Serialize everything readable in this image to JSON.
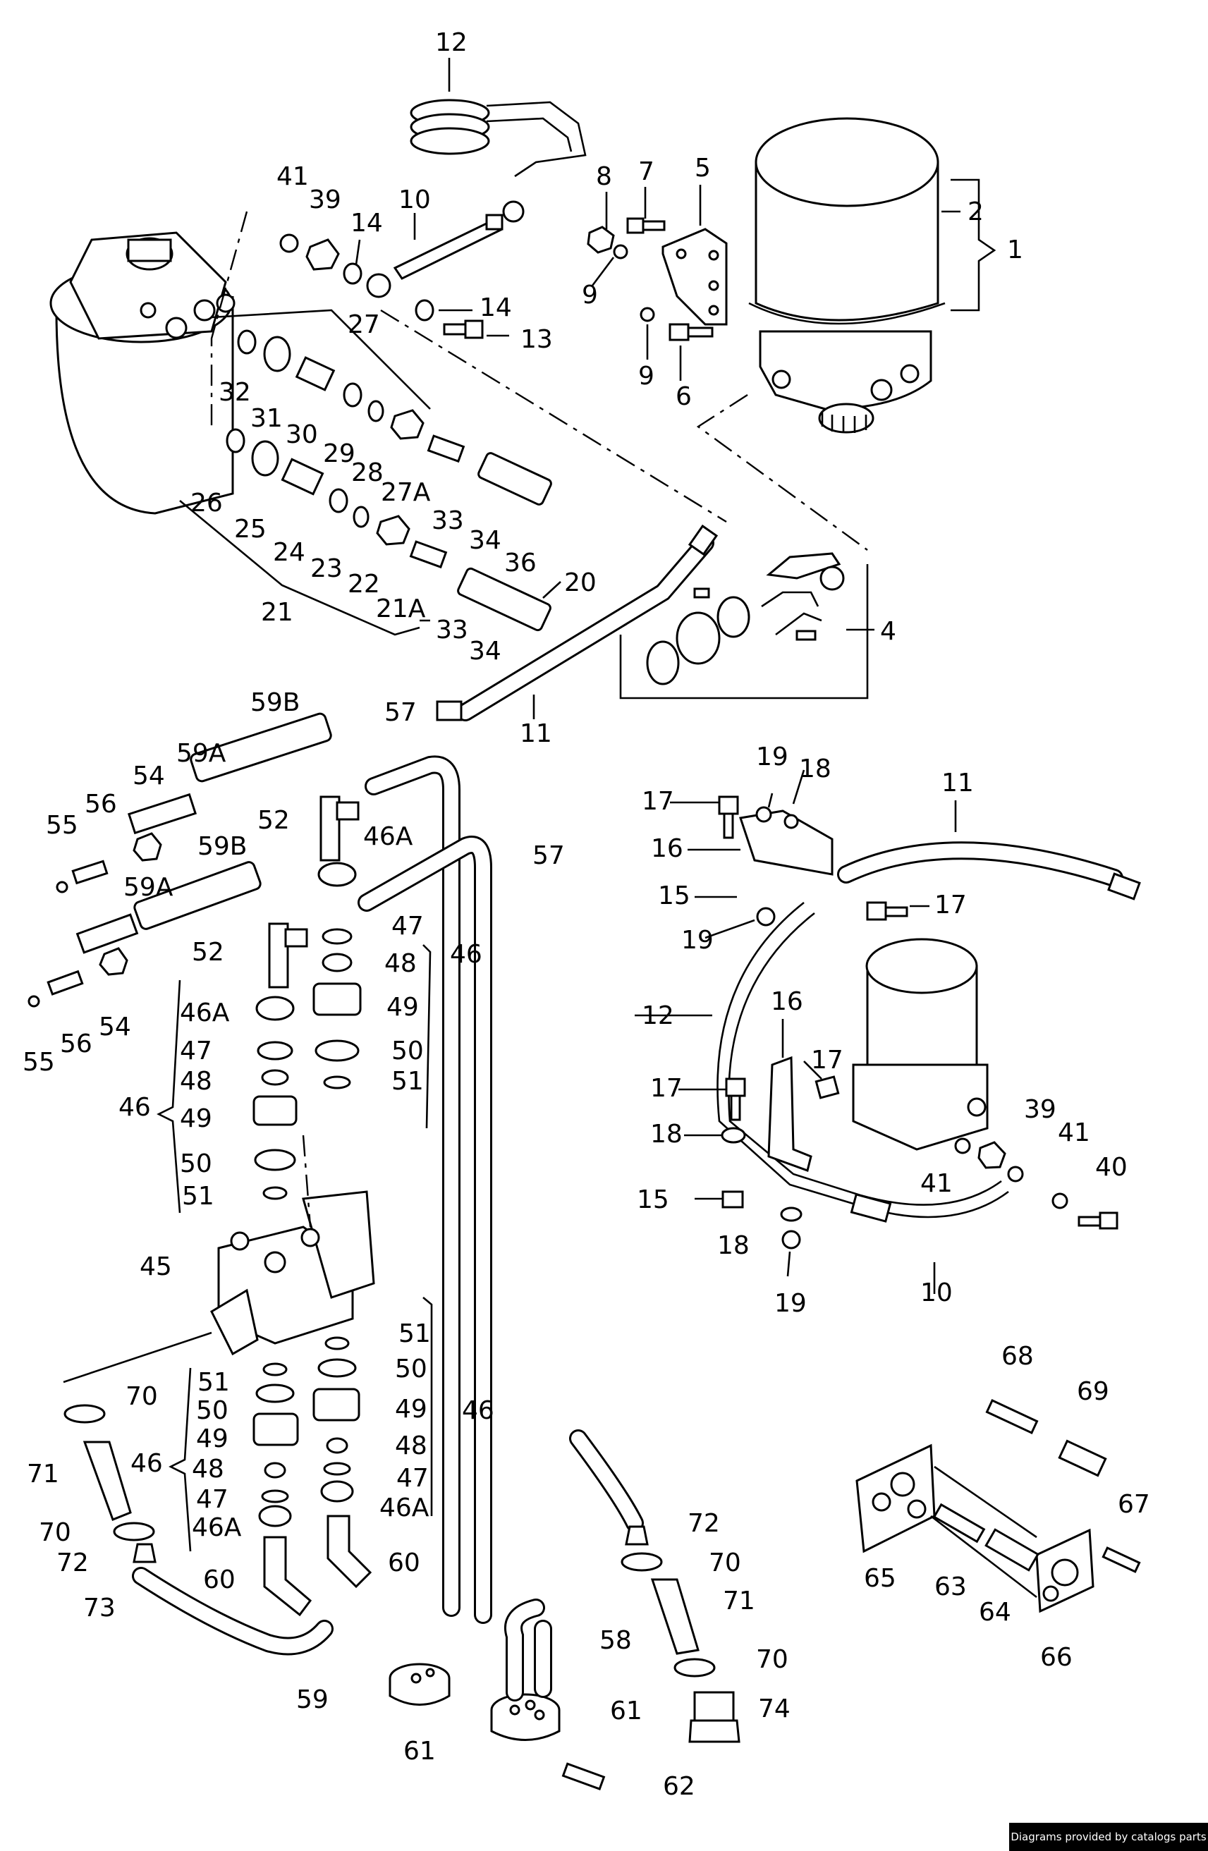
{
  "callouts": [
    {
      "id": "c1",
      "text": "1"
    },
    {
      "id": "c2",
      "text": "2"
    },
    {
      "id": "c4",
      "text": "4"
    },
    {
      "id": "c5",
      "text": "5"
    },
    {
      "id": "c6",
      "text": "6"
    },
    {
      "id": "c7",
      "text": "7"
    },
    {
      "id": "c8",
      "text": "8"
    },
    {
      "id": "c9a",
      "text": "9"
    },
    {
      "id": "c9b",
      "text": "9"
    },
    {
      "id": "c10a",
      "text": "10"
    },
    {
      "id": "c10b",
      "text": "10"
    },
    {
      "id": "c11a",
      "text": "11"
    },
    {
      "id": "c11b",
      "text": "11"
    },
    {
      "id": "c12a",
      "text": "12"
    },
    {
      "id": "c12b",
      "text": "12"
    },
    {
      "id": "c13",
      "text": "13"
    },
    {
      "id": "c14a",
      "text": "14"
    },
    {
      "id": "c14b",
      "text": "14"
    },
    {
      "id": "c15a",
      "text": "15"
    },
    {
      "id": "c15b",
      "text": "15"
    },
    {
      "id": "c16a",
      "text": "16"
    },
    {
      "id": "c16b",
      "text": "16"
    },
    {
      "id": "c17a",
      "text": "17"
    },
    {
      "id": "c17b",
      "text": "17"
    },
    {
      "id": "c17c",
      "text": "17"
    },
    {
      "id": "c17d",
      "text": "17"
    },
    {
      "id": "c18a",
      "text": "18"
    },
    {
      "id": "c18b",
      "text": "18"
    },
    {
      "id": "c18c",
      "text": "18"
    },
    {
      "id": "c19a",
      "text": "19"
    },
    {
      "id": "c19b",
      "text": "19"
    },
    {
      "id": "c19c",
      "text": "19"
    },
    {
      "id": "c20",
      "text": "20"
    },
    {
      "id": "c21",
      "text": "21"
    },
    {
      "id": "c21A",
      "text": "21A"
    },
    {
      "id": "c22",
      "text": "22"
    },
    {
      "id": "c23",
      "text": "23"
    },
    {
      "id": "c24",
      "text": "24"
    },
    {
      "id": "c25",
      "text": "25"
    },
    {
      "id": "c26",
      "text": "26"
    },
    {
      "id": "c27",
      "text": "27"
    },
    {
      "id": "c27A",
      "text": "27A"
    },
    {
      "id": "c28",
      "text": "28"
    },
    {
      "id": "c29",
      "text": "29"
    },
    {
      "id": "c30",
      "text": "30"
    },
    {
      "id": "c31",
      "text": "31"
    },
    {
      "id": "c32",
      "text": "32"
    },
    {
      "id": "c33a",
      "text": "33"
    },
    {
      "id": "c33b",
      "text": "33"
    },
    {
      "id": "c34a",
      "text": "34"
    },
    {
      "id": "c34b",
      "text": "34"
    },
    {
      "id": "c36",
      "text": "36"
    },
    {
      "id": "c39a",
      "text": "39"
    },
    {
      "id": "c39b",
      "text": "39"
    },
    {
      "id": "c40",
      "text": "40"
    },
    {
      "id": "c41a",
      "text": "41"
    },
    {
      "id": "c41b",
      "text": "41"
    },
    {
      "id": "c41c",
      "text": "41"
    },
    {
      "id": "c45",
      "text": "45"
    },
    {
      "id": "c46a",
      "text": "46"
    },
    {
      "id": "c46b",
      "text": "46"
    },
    {
      "id": "c46c",
      "text": "46"
    },
    {
      "id": "c46d",
      "text": "46"
    },
    {
      "id": "c46Aa",
      "text": "46A"
    },
    {
      "id": "c46Ab",
      "text": "46A"
    },
    {
      "id": "c46Ac",
      "text": "46A"
    },
    {
      "id": "c46Ad",
      "text": "46A"
    },
    {
      "id": "c47a",
      "text": "47"
    },
    {
      "id": "c47b",
      "text": "47"
    },
    {
      "id": "c47c",
      "text": "47"
    },
    {
      "id": "c47d",
      "text": "47"
    },
    {
      "id": "c48a",
      "text": "48"
    },
    {
      "id": "c48b",
      "text": "48"
    },
    {
      "id": "c48c",
      "text": "48"
    },
    {
      "id": "c48d",
      "text": "48"
    },
    {
      "id": "c49a",
      "text": "49"
    },
    {
      "id": "c49b",
      "text": "49"
    },
    {
      "id": "c49c",
      "text": "49"
    },
    {
      "id": "c49d",
      "text": "49"
    },
    {
      "id": "c50a",
      "text": "50"
    },
    {
      "id": "c50b",
      "text": "50"
    },
    {
      "id": "c50c",
      "text": "50"
    },
    {
      "id": "c50d",
      "text": "50"
    },
    {
      "id": "c51a",
      "text": "51"
    },
    {
      "id": "c51b",
      "text": "51"
    },
    {
      "id": "c51c",
      "text": "51"
    },
    {
      "id": "c51d",
      "text": "51"
    },
    {
      "id": "c52a",
      "text": "52"
    },
    {
      "id": "c52b",
      "text": "52"
    },
    {
      "id": "c54a",
      "text": "54"
    },
    {
      "id": "c54b",
      "text": "54"
    },
    {
      "id": "c55a",
      "text": "55"
    },
    {
      "id": "c55b",
      "text": "55"
    },
    {
      "id": "c56a",
      "text": "56"
    },
    {
      "id": "c56b",
      "text": "56"
    },
    {
      "id": "c57a",
      "text": "57"
    },
    {
      "id": "c57b",
      "text": "57"
    },
    {
      "id": "c58",
      "text": "58"
    },
    {
      "id": "c59",
      "text": "59"
    },
    {
      "id": "c59Aa",
      "text": "59A"
    },
    {
      "id": "c59Ab",
      "text": "59A"
    },
    {
      "id": "c59Ba",
      "text": "59B"
    },
    {
      "id": "c59Bb",
      "text": "59B"
    },
    {
      "id": "c60a",
      "text": "60"
    },
    {
      "id": "c60b",
      "text": "60"
    },
    {
      "id": "c61a",
      "text": "61"
    },
    {
      "id": "c61b",
      "text": "61"
    },
    {
      "id": "c62",
      "text": "62"
    },
    {
      "id": "c63",
      "text": "63"
    },
    {
      "id": "c64",
      "text": "64"
    },
    {
      "id": "c65",
      "text": "65"
    },
    {
      "id": "c66",
      "text": "66"
    },
    {
      "id": "c67",
      "text": "67"
    },
    {
      "id": "c68",
      "text": "68"
    },
    {
      "id": "c69",
      "text": "69"
    },
    {
      "id": "c70a",
      "text": "70"
    },
    {
      "id": "c70b",
      "text": "70"
    },
    {
      "id": "c70c",
      "text": "70"
    },
    {
      "id": "c70d",
      "text": "70"
    },
    {
      "id": "c71a",
      "text": "71"
    },
    {
      "id": "c71b",
      "text": "71"
    },
    {
      "id": "c72a",
      "text": "72"
    },
    {
      "id": "c72b",
      "text": "72"
    },
    {
      "id": "c73",
      "text": "73"
    },
    {
      "id": "c74",
      "text": "74"
    }
  ],
  "footer": {
    "credit": "Diagrams provided by catalogs parts"
  }
}
